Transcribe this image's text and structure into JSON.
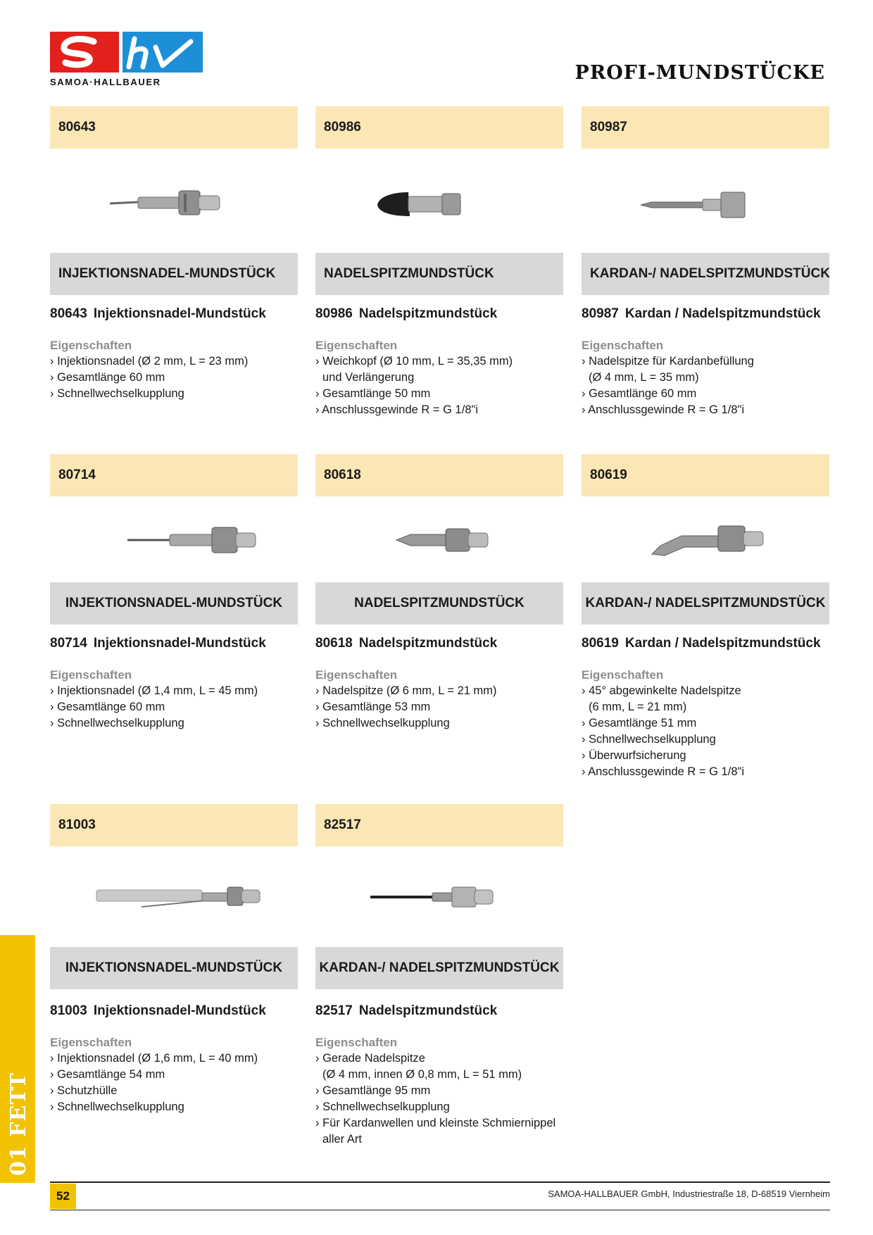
{
  "header": {
    "brand_text": "SAMOA·HALLBAUER",
    "page_title": "PROFI-MUNDSTÜCKE"
  },
  "side_tab": {
    "label": "01 FETT"
  },
  "props_label": "Eigenschaften",
  "products": [
    {
      "code": "80643",
      "category": "INJEKTIONSNADEL-MUNDSTÜCK",
      "name": "Injektionsnadel-Mundstück",
      "icon": "injection-needle-nozzle-icon",
      "features": [
        "› Injektionsnadel (Ø 2 mm, L = 23 mm)",
        "› Gesamtlänge 60 mm",
        "› Schnellwechselkupplung"
      ]
    },
    {
      "code": "80986",
      "category": "NADELSPITZMUNDSTÜCK",
      "name": "Nadelspitzmundstück",
      "icon": "soft-head-nozzle-icon",
      "features": [
        "› Weichkopf (Ø 10 mm, L = 35,35 mm)",
        "und Verlängerung",
        "› Gesamtlänge 50 mm",
        "› Anschlussgewinde R = G 1/8\"i"
      ]
    },
    {
      "code": "80987",
      "category": "KARDAN-/ NADELSPITZMUNDSTÜCK",
      "name": "Kardan / Nadelspitzmundstück",
      "icon": "cardan-needle-nozzle-icon",
      "features": [
        "› Nadelspitze für Kardanbefüllung",
        "(Ø 4 mm, L = 35 mm)",
        "› Gesamtlänge 60 mm",
        "› Anschlussgewinde R = G 1/8\"i"
      ]
    },
    {
      "code": "80714",
      "category": "INJEKTIONSNADEL-MUNDSTÜCK",
      "name": "Injektionsnadel-Mundstück",
      "icon": "injection-needle-nozzle-icon",
      "features": [
        "› Injektionsnadel (Ø 1,4 mm, L = 45 mm)",
        "› Gesamtlänge 60 mm",
        "› Schnellwechselkupplung"
      ]
    },
    {
      "code": "80618",
      "category": "NADELSPITZMUNDSTÜCK",
      "name": "Nadelspitzmundstück",
      "icon": "needle-point-nozzle-icon",
      "features": [
        "› Nadelspitze (Ø 6 mm, L = 21 mm)",
        "› Gesamtlänge 53 mm",
        "› Schnellwechselkupplung"
      ]
    },
    {
      "code": "80619",
      "category": "KARDAN-/ NADELSPITZMUNDSTÜCK",
      "name": "Kardan / Nadelspitzmundstück",
      "icon": "angled-needle-nozzle-icon",
      "features": [
        "› 45° abgewinkelte Nadelspitze",
        "(6 mm, L = 21 mm)",
        "› Gesamtlänge 51 mm",
        "› Schnellwechselkupplung",
        "› Überwurfsicherung",
        "› Anschlussgewinde R = G 1/8\"i"
      ]
    },
    {
      "code": "81003",
      "category": "INJEKTIONSNADEL-MUNDSTÜCK",
      "name": "Injektionsnadel-Mundstück",
      "icon": "injection-needle-with-sheath-icon",
      "features": [
        "› Injektionsnadel (Ø 1,6 mm, L = 40 mm)",
        "› Gesamtlänge 54 mm",
        "› Schutzhülle",
        "› Schnellwechselkupplung"
      ]
    },
    {
      "code": "82517",
      "category": "KARDAN-/ NADELSPITZMUNDSTÜCK",
      "name": "Nadelspitzmundstück",
      "icon": "straight-needle-nozzle-icon",
      "features": [
        "› Gerade Nadelspitze",
        "(Ø 4 mm, innen Ø 0,8 mm, L = 51 mm)",
        "› Gesamtlänge 95 mm",
        "› Schnellwechselkupplung",
        "› Für Kardanwellen und kleinste Schmiernippel",
        "aller Art"
      ]
    }
  ],
  "footer": {
    "page_number": "52",
    "address": "SAMOA-HALLBAUER GmbH, Industriestraße 18, D-68519 Viernheim"
  },
  "colors": {
    "number_bar": "#fbe6b5",
    "category_bar": "#d8d8d8",
    "accent_yellow": "#f2c200",
    "logo_red": "#e2211c",
    "logo_blue": "#1d8fd6",
    "muted_label": "#8d8d8d"
  }
}
